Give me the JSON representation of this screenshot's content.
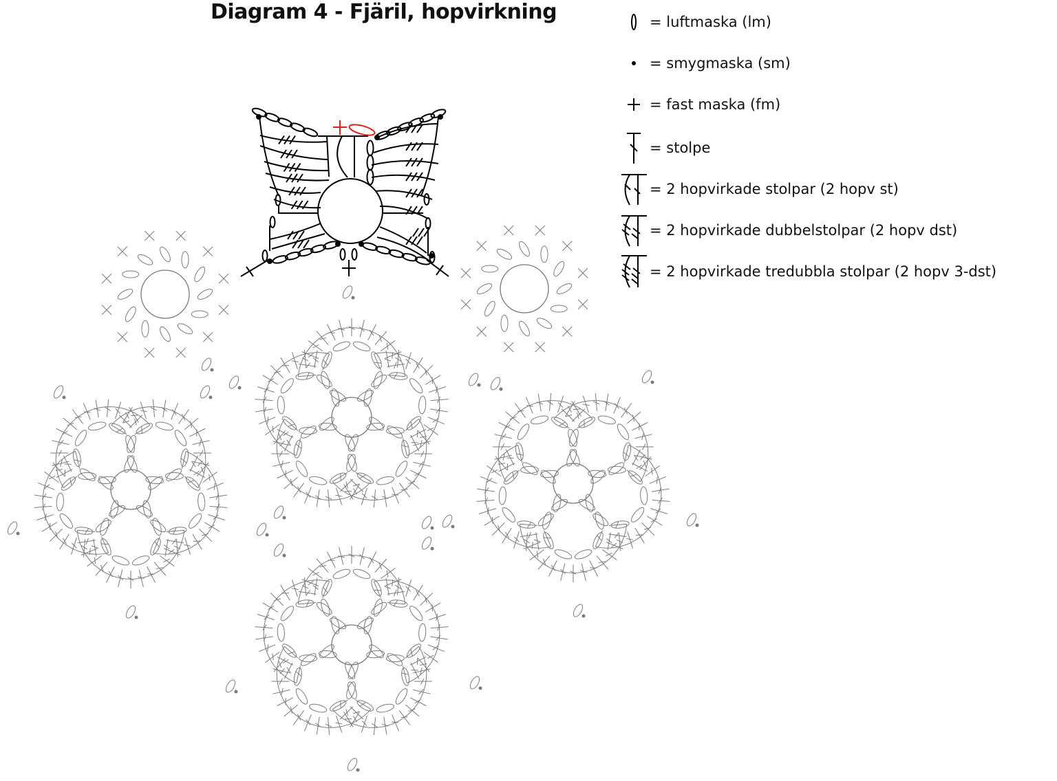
{
  "title": "Diagram 4 - Fjäril, hopvirkning",
  "legend": [
    {
      "symbol": "chain-oval",
      "text": "= luftmaska (lm)"
    },
    {
      "symbol": "dot",
      "text": "= smygmaska (sm)"
    },
    {
      "symbol": "plus",
      "text": "= fast maska (fm)"
    },
    {
      "symbol": "treble-stitch",
      "text": "= stolpe"
    },
    {
      "symbol": "2-treble-cluster",
      "text": "= 2 hopvirkade stolpar (2 hopv st)"
    },
    {
      "symbol": "2-double-treble-cluster",
      "text": "= 2 hopvirkade dubbelstolpar (2 hopv dst)"
    },
    {
      "symbol": "2-triple-treble-cluster",
      "text": "= 2 hopvirkade tredubbla stolpar (2 hopv 3-dst)"
    }
  ],
  "colors": {
    "butterfly": "#000000",
    "highlight": "#e02020",
    "motifs": "#7a7a7a"
  }
}
